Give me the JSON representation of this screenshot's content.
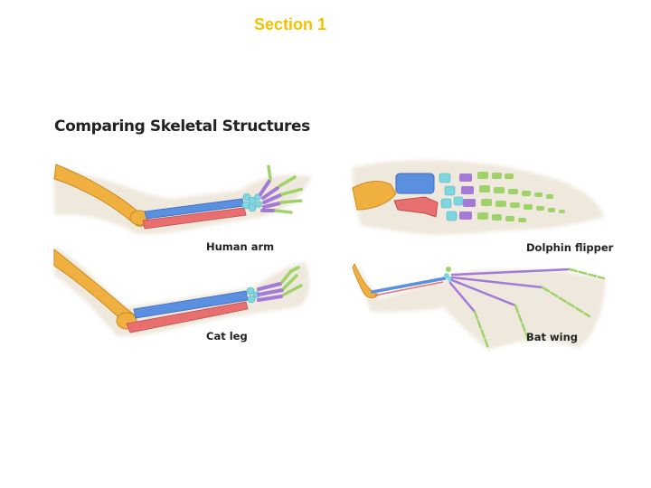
{
  "slide": {
    "title": "Section 1"
  },
  "diagram": {
    "title": "Comparing Skeletal Structures",
    "panels": [
      {
        "label": "Human arm"
      },
      {
        "label": "Cat leg"
      },
      {
        "label": "Dolphin flipper"
      },
      {
        "label": "Bat wing"
      }
    ],
    "colors": {
      "humerus": "#f0b040",
      "radius": "#5b8fe0",
      "ulna": "#e86f6f",
      "carpals": "#7fd6e0",
      "metacarpals": "#a37ad8",
      "phalanges": "#9fd36a",
      "background": "#efe8dc"
    }
  }
}
